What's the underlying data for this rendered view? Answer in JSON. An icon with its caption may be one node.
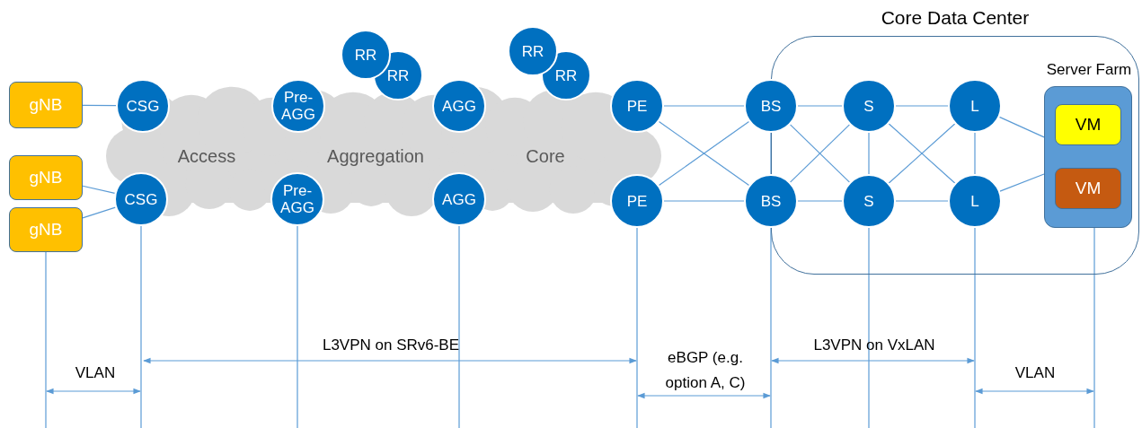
{
  "diagram": {
    "nodes": [
      {
        "text": [
          "gNB"
        ]
      },
      {
        "text": [
          "gNB"
        ]
      },
      {
        "text": [
          "gNB"
        ]
      },
      {
        "text": [
          "Access",
          "Aggregation",
          "Core"
        ]
      },
      {
        "text": [
          "CSG"
        ]
      },
      {
        "text": [
          "CSG"
        ]
      },
      {
        "text": [
          "Pre-AGG"
        ]
      },
      {
        "text": [
          "Pre-AGG"
        ]
      },
      {
        "text": [
          "RR"
        ]
      },
      {
        "text": [
          "RR"
        ]
      },
      {
        "text": [
          "AGG"
        ]
      },
      {
        "text": [
          "AGG"
        ]
      },
      {
        "text": [
          "RR"
        ]
      },
      {
        "text": [
          "RR"
        ]
      },
      {
        "text": [
          "PE"
        ]
      },
      {
        "text": [
          "PE"
        ]
      },
      {
        "text": [
          "Core Data Center"
        ]
      },
      {
        "text": [
          "BS"
        ]
      },
      {
        "text": [
          "BS"
        ]
      },
      {
        "text": [
          "S"
        ],
        "in": 16
      },
      {
        "text": [
          "S"
        ],
        "in": 16
      },
      {
        "text": [
          "L"
        ],
        "in": 16
      },
      {
        "text": [
          "L"
        ],
        "in": 16
      },
      {
        "text": [
          "Server Farm"
        ],
        "in": 16
      },
      {
        "text": [
          "VM"
        ],
        "in": 23
      },
      {
        "text": [
          "VM"
        ],
        "in": 23
      }
    ],
    "edges": [
      {
        "from": 0,
        "to": 4,
        "arrow": "none"
      },
      {
        "from": 1,
        "to": 5,
        "arrow": "none"
      },
      {
        "from": 2,
        "to": 5,
        "arrow": "none"
      },
      {
        "from": 14,
        "to": 17,
        "arrow": "none"
      },
      {
        "from": 14,
        "to": 18,
        "arrow": "none"
      },
      {
        "from": 15,
        "to": 17,
        "arrow": "none"
      },
      {
        "from": 15,
        "to": 18,
        "arrow": "none"
      },
      {
        "from": 17,
        "to": 18,
        "arrow": "none"
      },
      {
        "from": 17,
        "to": 19,
        "arrow": "none"
      },
      {
        "from": 17,
        "to": 20,
        "arrow": "none"
      },
      {
        "from": 18,
        "to": 19,
        "arrow": "none"
      },
      {
        "from": 18,
        "to": 20,
        "arrow": "none"
      },
      {
        "from": 19,
        "to": 20,
        "arrow": "none"
      },
      {
        "from": 19,
        "to": 21,
        "arrow": "none"
      },
      {
        "from": 19,
        "to": 22,
        "arrow": "none"
      },
      {
        "from": 20,
        "to": 21,
        "arrow": "none"
      },
      {
        "from": 20,
        "to": 22,
        "arrow": "none"
      },
      {
        "from": 21,
        "to": 22,
        "arrow": "none"
      },
      {
        "from": 21,
        "to": 23,
        "arrow": "none"
      },
      {
        "from": 22,
        "to": 23,
        "arrow": "none"
      }
    ],
    "labels": [
      "L3VPN on SRv6-BE",
      "eBGP (e.g. option A, C)",
      "L3VPN on VxLAN",
      "VLAN",
      "VLAN"
    ]
  }
}
